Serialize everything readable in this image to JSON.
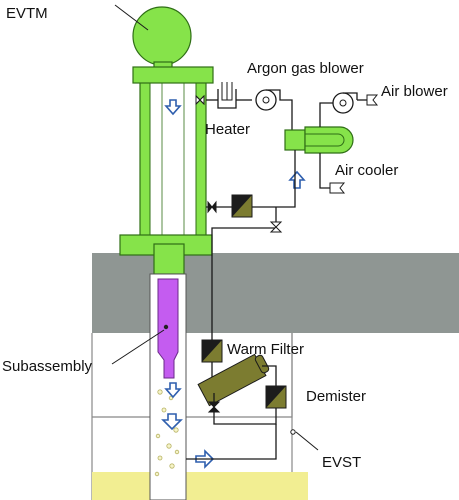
{
  "labels": {
    "evtm": "EVTM",
    "argon_gas_blower": "Argon gas blower",
    "air_blower": "Air blower",
    "heater": "Heater",
    "air_cooler": "Air cooler",
    "warm_filter": "Warm Filter",
    "subassembly": "Subassembly",
    "demister": "Demister",
    "evst": "EVST"
  },
  "colors": {
    "green": "#86e34a",
    "green_stroke": "#2f6e16",
    "gray_floor": "#8f9693",
    "purple": "#c45cf0",
    "pool_yellow": "#f2ee92",
    "filter_olive": "#7c7c30",
    "filter_dark": "#1c1c1c",
    "arrow_blue": "#2f5fae",
    "line": "#1a1a1a"
  }
}
